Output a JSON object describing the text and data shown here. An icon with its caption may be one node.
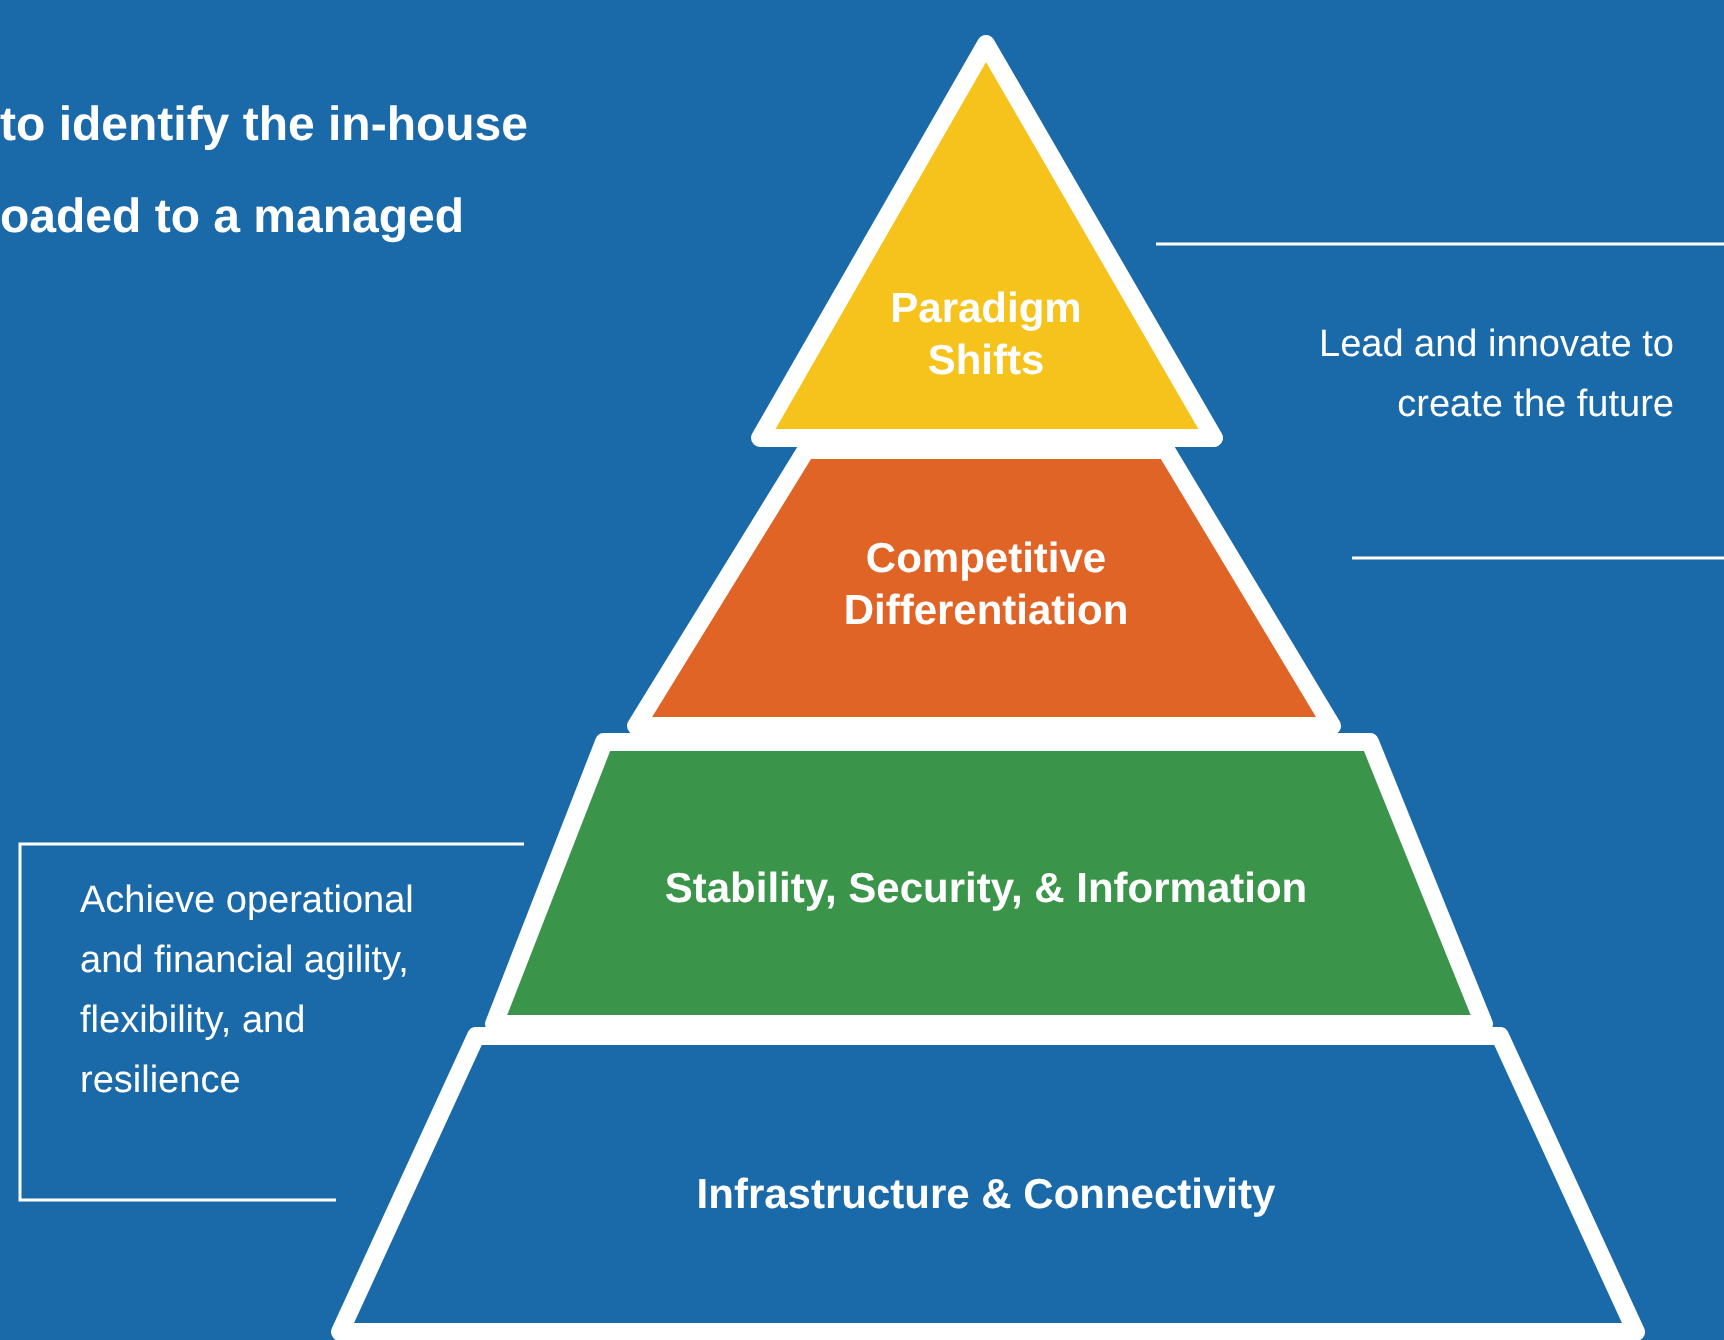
{
  "diagram": {
    "nodes": [
      {
        "text": [
          "Paradigm Shifts"
        ]
      },
      {
        "text": [
          "Competitive Differentiation"
        ]
      },
      {
        "text": [
          "Stability, Security, & Information"
        ]
      },
      {
        "text": [
          "Infrastructure & Connectivity"
        ]
      }
    ],
    "labels": [
      "to identify the in-house oaded to a managed",
      "Lead and innovate to create the future",
      "Achieve operational and financial agility, flexibility, and resilience"
    ]
  }
}
